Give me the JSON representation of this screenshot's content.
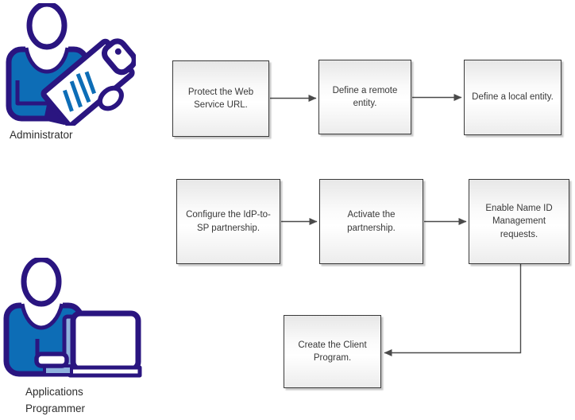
{
  "diagram": {
    "type": "flowchart",
    "actors": [
      {
        "label": "Administrator",
        "icon": "person-with-clipboard-icon"
      },
      {
        "label": "Applications Programmer",
        "icon": "person-with-laptop-icon"
      }
    ],
    "steps": [
      {
        "label": "Protect the Web Service URL."
      },
      {
        "label": "Define a remote entity."
      },
      {
        "label": "Define a local entity."
      },
      {
        "label": "Configure the IdP-to-SP partnership."
      },
      {
        "label": "Activate the partnership."
      },
      {
        "label": "Enable Name ID Management requests."
      },
      {
        "label": "Create the Client Program."
      }
    ],
    "flows": [
      "Protect the Web Service URL. -> Define a remote entity.",
      "Define a remote entity. -> Define a local entity.",
      "Configure the IdP-to-SP partnership. -> Activate the partnership.",
      "Activate the partnership. -> Enable Name ID Management requests.",
      "Enable Name ID Management requests. -> Create the Client Program."
    ],
    "colors": {
      "icon_outline_navy": "#2a1580",
      "icon_fill_blue": "#0d6db6",
      "icon_light_blue": "#8fb2dd",
      "box_border": "#3a3a3a",
      "box_fill_top": "#e7e7e7",
      "box_fill_mid": "#ffffff",
      "connector": "#4a4a4a",
      "text": "#383838"
    }
  }
}
